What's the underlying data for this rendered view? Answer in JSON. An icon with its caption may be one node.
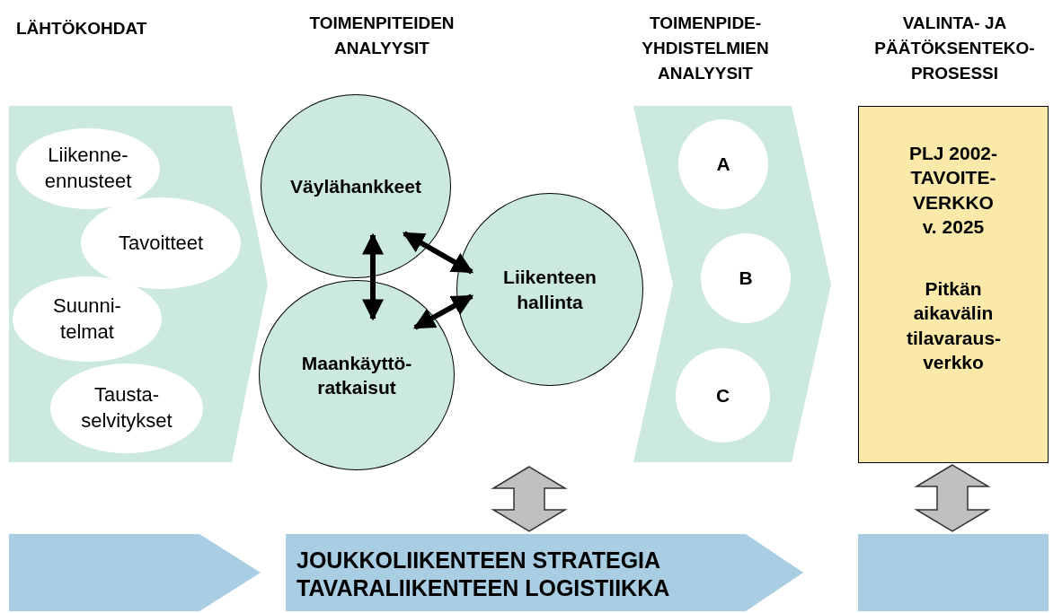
{
  "diagram": {
    "nodes": [
      {
        "text": [],
        "shape": "chevron"
      },
      {
        "text": [
          "Liikenne- ennusteet"
        ],
        "in": 0
      },
      {
        "text": [
          "Tavoitteet"
        ],
        "in": 0
      },
      {
        "text": [
          "Suunni- telmat"
        ],
        "in": 0
      },
      {
        "text": [
          "Tausta- selvitykset"
        ],
        "in": 0
      },
      {
        "text": [
          "Väylähankkeet"
        ]
      },
      {
        "text": [
          "Liikenteen hallinta"
        ]
      },
      {
        "text": [
          "Maankäyttö- ratkaisut"
        ]
      },
      {
        "text": [],
        "shape": "chevron"
      },
      {
        "text": [
          "A"
        ],
        "in": 8
      },
      {
        "text": [
          "B"
        ],
        "in": 8
      },
      {
        "text": [
          "C"
        ],
        "in": 8
      },
      {
        "text": [
          "PLJ 2002- TAVOITE- VERKKO v. 2025",
          "Pitkän aikavälin tilavaraus- verkko"
        ]
      },
      {
        "text": [],
        "shape": "chevron"
      },
      {
        "text": [
          "JOUKKOLIIKENTEEN STRATEGIA",
          "TAVARALIIKENTEEN LOGISTIIKKA"
        ]
      },
      {
        "text": [],
        "shape": "box"
      }
    ],
    "edges": [
      {
        "from": 5,
        "to": 7,
        "arrow": "both"
      },
      {
        "from": 5,
        "to": 6,
        "arrow": "both"
      },
      {
        "from": 7,
        "to": 6,
        "arrow": "both"
      },
      {
        "from": null,
        "to": 14,
        "arrow": "both",
        "style": "thick",
        "color": "#c0c0c0"
      },
      {
        "from": 12,
        "to": 15,
        "arrow": "both",
        "style": "thick",
        "color": "#c0c0c0"
      }
    ],
    "labels": [
      "LÄHTÖKOHDAT",
      "TOIMENPITEIDEN ANALYYSIT",
      "TOIMENPIDE- YHDISTELMIEN ANALYYSIT",
      "VALINTA- JA PÄÄTÖKSENTEKO- PROSESSI"
    ]
  }
}
